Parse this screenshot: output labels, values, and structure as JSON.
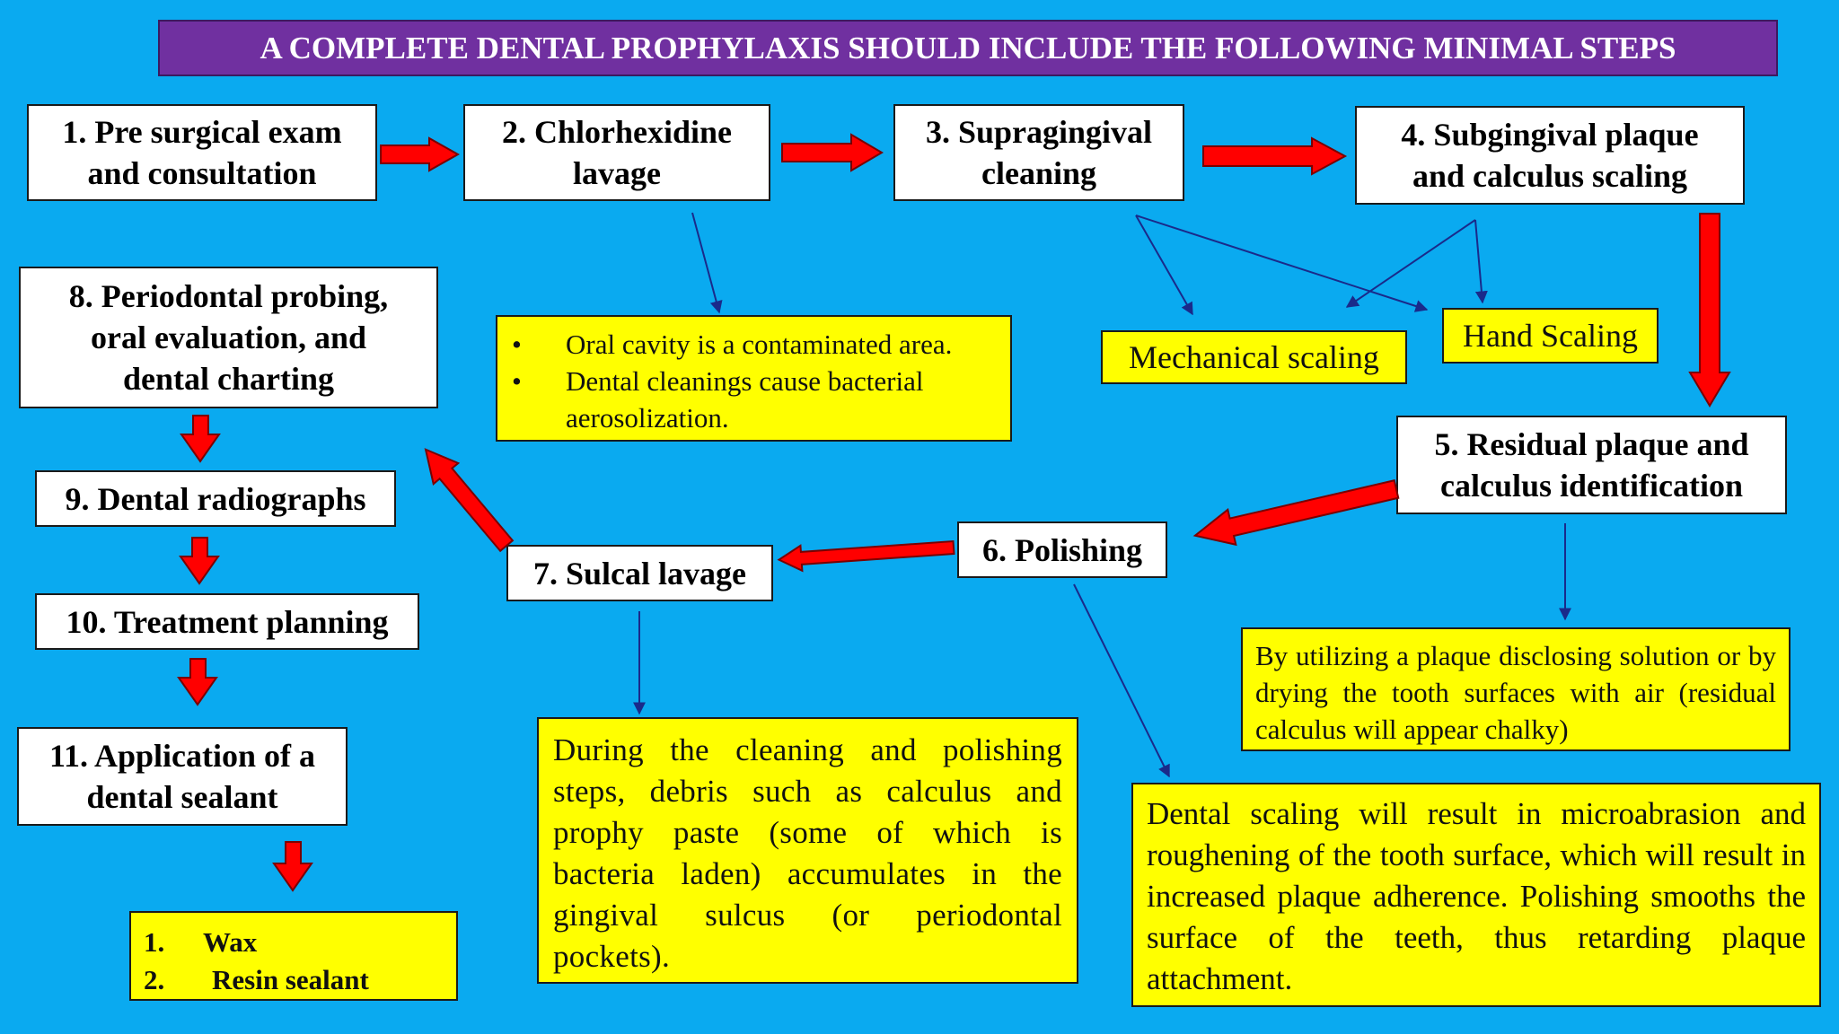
{
  "title": "A COMPLETE DENTAL PROPHYLAXIS SHOULD INCLUDE THE FOLLOWING MINIMAL STEPS",
  "steps": {
    "s1": "1. Pre surgical exam\nand consultation",
    "s2": "2. Chlorhexidine\nlavage",
    "s3": "3. Supragingival\ncleaning",
    "s4": "4. Subgingival plaque\nand calculus scaling",
    "s5": "5. Residual plaque and\ncalculus identification",
    "s6": "6. Polishing",
    "s7": "7. Sulcal lavage",
    "s8": "8. Periodontal probing,\noral evaluation, and\ndental charting",
    "s9": "9. Dental radiographs",
    "s10": "10. Treatment planning",
    "s11": "11. Application of a\ndental sealant"
  },
  "notes": {
    "lavage_bullets": [
      "Oral cavity is a contaminated area.",
      "Dental cleanings cause bacterial aerosolization."
    ],
    "mechanical_scaling": "Mechanical scaling",
    "hand_scaling": "Hand Scaling",
    "residual_identification": "By utilizing a plaque disclosing solution or by drying the tooth surfaces with air (residual calculus will appear chalky)",
    "sulcal_debris": "During the cleaning and polishing steps, debris such as calculus and prophy paste (some of which is bacteria laden) accumulates in the gingival sulcus (or periodontal pockets).",
    "polishing_reason": "Dental scaling will result in microabrasion and roughening of the tooth surface, which will result in increased plaque adherence. Polishing smooths the surface of the teeth, thus retarding plaque attachment.",
    "sealant_options": [
      {
        "num": "1.",
        "label": "Wax"
      },
      {
        "num": "2.",
        "label": "Resin sealant"
      }
    ]
  },
  "colors": {
    "background": "#0aaaf0",
    "title_bar": "#7030a0",
    "flow_arrow": "#ff0000",
    "pointer_line": "#1a2a8a",
    "note_fill": "#ffff00"
  }
}
